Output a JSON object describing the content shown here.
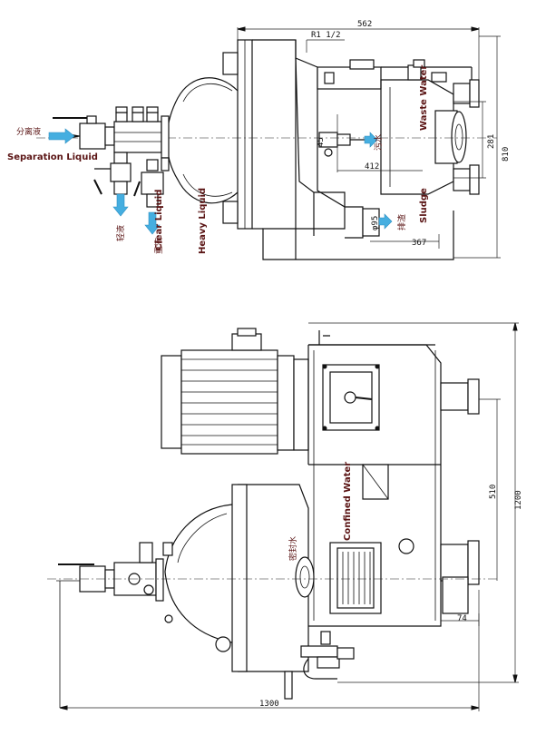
{
  "top_view": {
    "dimensions": {
      "width_562": "562",
      "pipe_size": "R1 1/2",
      "height_45": "45",
      "height_281": "281",
      "height_810": "810",
      "width_412": "412",
      "width_367": "367"
    },
    "labels": {
      "separation_liquid_cn": "分离液",
      "separation_liquid_en": "Separation Liquid",
      "waste_water_cn": "污水",
      "waste_water_en": "Waste Water",
      "sludge_cn": "排渣",
      "sludge_en": "Sludge",
      "clear_liquid_cn": "轻液",
      "clear_liquid_en": "Clear Liquid",
      "heavy_liquid_cn": "重液",
      "heavy_liquid_en": "Heavy Liquid",
      "sludge_pipe_size": "φ95"
    }
  },
  "front_view": {
    "dimensions": {
      "width_1300": "1300",
      "height_1200": "1200",
      "height_510": "510",
      "width_74": "74"
    },
    "labels": {
      "confined_water_cn": "密封水",
      "confined_water_en": "Confined Water"
    }
  },
  "colors": {
    "line": "#111111",
    "label": "#5a1414",
    "flow_arrow": "#45aee0"
  }
}
